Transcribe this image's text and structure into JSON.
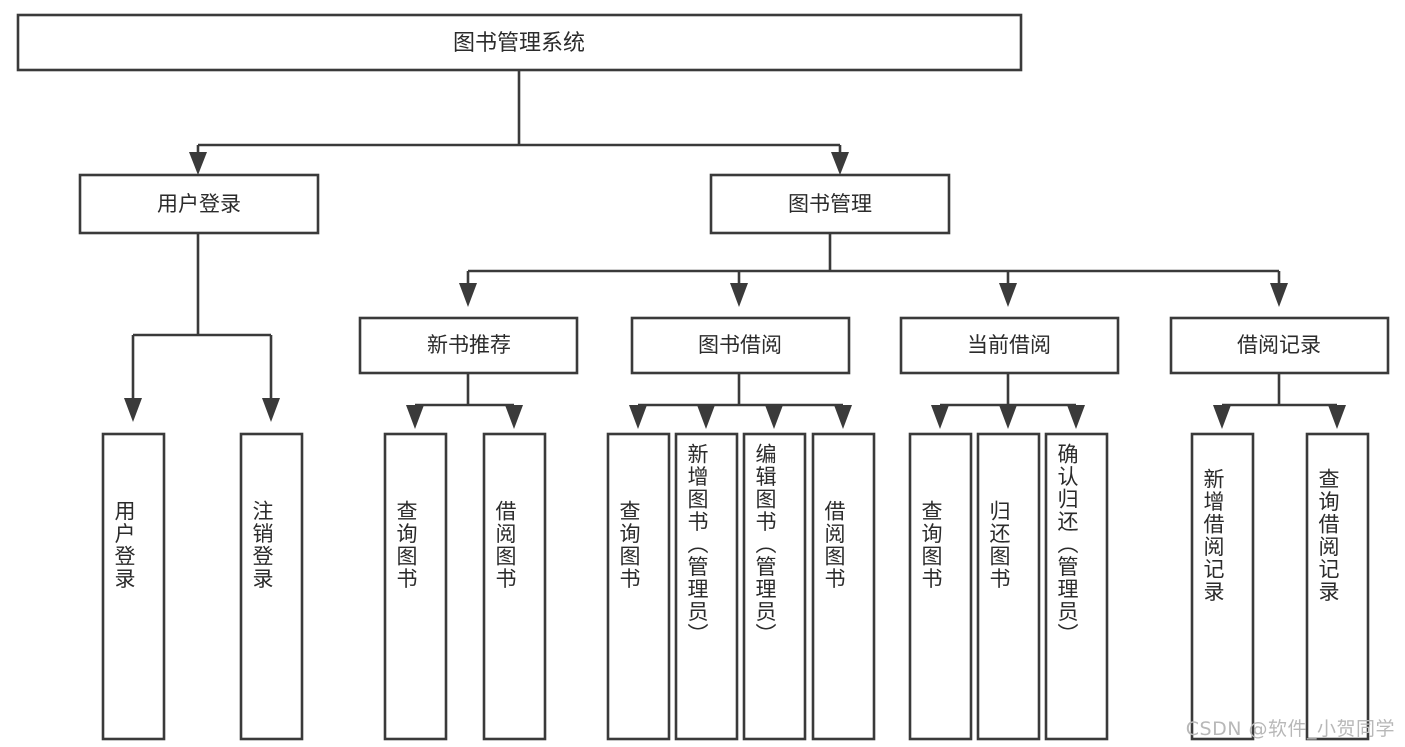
{
  "diagram": {
    "type": "tree",
    "root": {
      "id": "root",
      "label": "图书管理系统"
    },
    "level1": [
      {
        "id": "login",
        "label": "用户登录"
      },
      {
        "id": "bookmgmt",
        "label": "图书管理"
      }
    ],
    "level2": [
      {
        "id": "newbook",
        "label": "新书推荐",
        "parent": "bookmgmt"
      },
      {
        "id": "borrow",
        "label": "图书借阅",
        "parent": "bookmgmt"
      },
      {
        "id": "current",
        "label": "当前借阅",
        "parent": "bookmgmt"
      },
      {
        "id": "records",
        "label": "借阅记录",
        "parent": "bookmgmt"
      }
    ],
    "leaves": [
      {
        "id": "leaf-user-login",
        "label": "用户登录",
        "parent": "login"
      },
      {
        "id": "leaf-logout",
        "label": "注销登录",
        "parent": "login"
      },
      {
        "id": "leaf-query-book-1",
        "label": "查询图书",
        "parent": "newbook"
      },
      {
        "id": "leaf-borrow-book-1",
        "label": "借阅图书",
        "parent": "newbook"
      },
      {
        "id": "leaf-query-book-2",
        "label": "查询图书",
        "parent": "borrow"
      },
      {
        "id": "leaf-add-book",
        "label": "新增图书（管理员）",
        "parent": "borrow"
      },
      {
        "id": "leaf-edit-book",
        "label": "编辑图书（管理员）",
        "parent": "borrow"
      },
      {
        "id": "leaf-borrow-book-2",
        "label": "借阅图书",
        "parent": "borrow"
      },
      {
        "id": "leaf-query-book-3",
        "label": "查询图书",
        "parent": "current"
      },
      {
        "id": "leaf-return-book",
        "label": "归还图书",
        "parent": "current"
      },
      {
        "id": "leaf-confirm-return",
        "label": "确认归还（管理员）",
        "parent": "current"
      },
      {
        "id": "leaf-add-record",
        "label": "新增借阅记录",
        "parent": "records"
      },
      {
        "id": "leaf-query-record",
        "label": "查询借阅记录",
        "parent": "records"
      }
    ]
  },
  "watermark": {
    "text": "CSDN @软件_小贺同学"
  },
  "colors": {
    "stroke": "#3a3a3a",
    "text": "#2b2b2b",
    "background": "#ffffff",
    "watermark": "#b8b8b8"
  }
}
